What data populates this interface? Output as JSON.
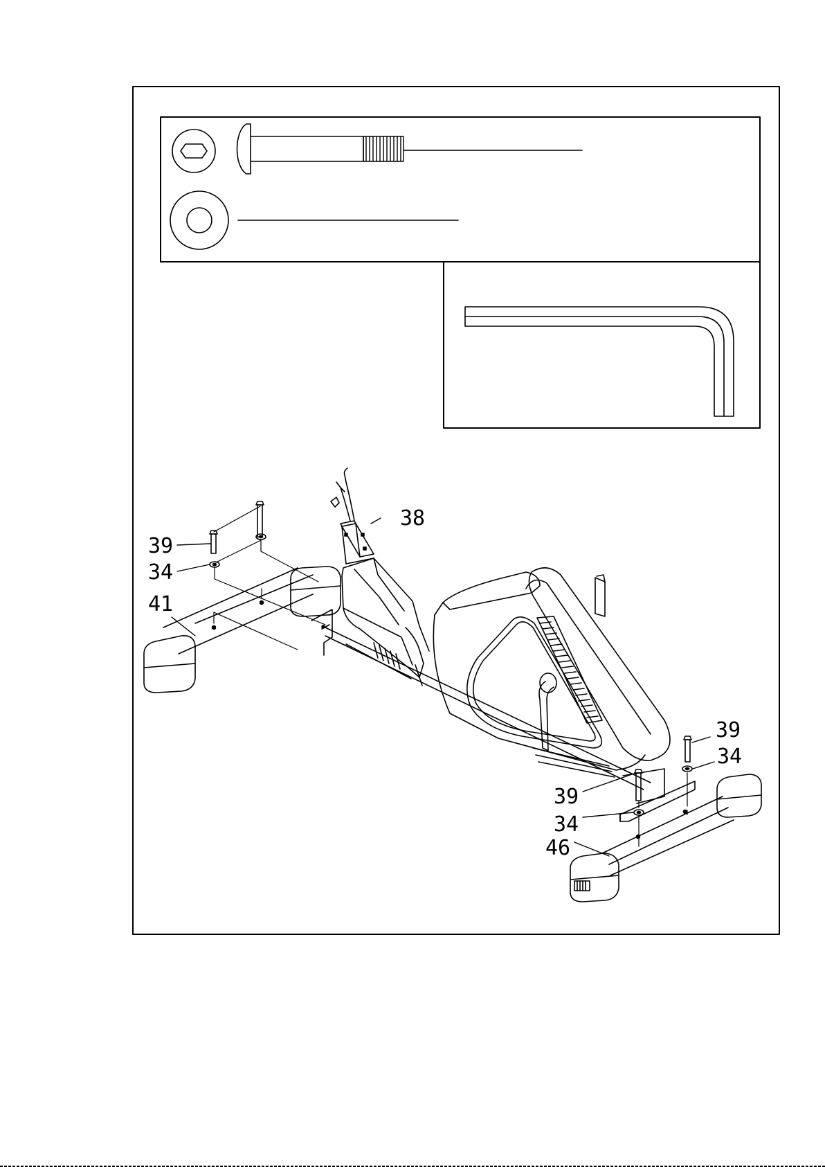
{
  "diagram": {
    "labels": {
      "part_38": "38",
      "part_39_left": "39",
      "part_34_left": "34",
      "part_41": "41",
      "part_39_right_top": "39",
      "part_34_right_top": "34",
      "part_39_right_bottom": "39",
      "part_34_right_bottom": "34",
      "part_46": "46"
    }
  }
}
